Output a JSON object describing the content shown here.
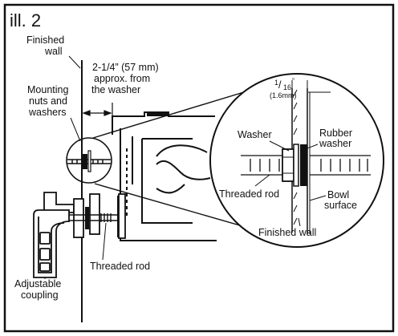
{
  "illustration": {
    "title": "ill. 2",
    "labels": {
      "finished_wall_line1": "Finished",
      "finished_wall_line2": "wall",
      "distance_line1": "2-1/4” (57 mm)",
      "distance_line2": "approx. from",
      "distance_line3": "the washer",
      "mounting_line1": "Mounting",
      "mounting_line2": "nuts and",
      "mounting_line3": "washers",
      "adjustable_line1": "Adjustable",
      "adjustable_line2": "coupling",
      "threaded_rod_main": "Threaded rod"
    },
    "detail": {
      "fraction_num": "1",
      "fraction_den": "16",
      "fraction_unit": "”",
      "fraction_mm": "(1.6mm)",
      "washer": "Washer",
      "rubber_line1": "Rubber",
      "rubber_line2": "washer",
      "threaded_rod": "Threaded rod",
      "bowl_line1": "Bowl",
      "bowl_line2": "surface",
      "finished_wall": "Finished wall"
    }
  }
}
